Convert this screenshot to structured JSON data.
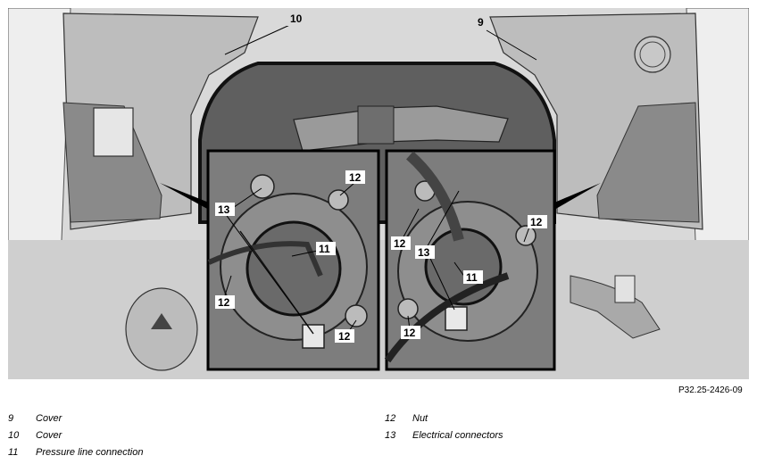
{
  "figure": {
    "reference_code": "P32.25-2426-09",
    "callouts": {
      "c9": "9",
      "c10": "10",
      "c11a": "11",
      "c11b": "11",
      "c12a": "12",
      "c12b": "12",
      "c12c": "12",
      "c12d": "12",
      "c12e": "12",
      "c12f": "12",
      "c13a": "13",
      "c13b": "13"
    }
  },
  "legend": [
    {
      "number": "9",
      "text": "Cover"
    },
    {
      "number": "10",
      "text": "Cover"
    },
    {
      "number": "11",
      "text": "Pressure line connection"
    },
    {
      "number": "12",
      "text": "Nut"
    },
    {
      "number": "13",
      "text": "Electrical connectors"
    }
  ]
}
